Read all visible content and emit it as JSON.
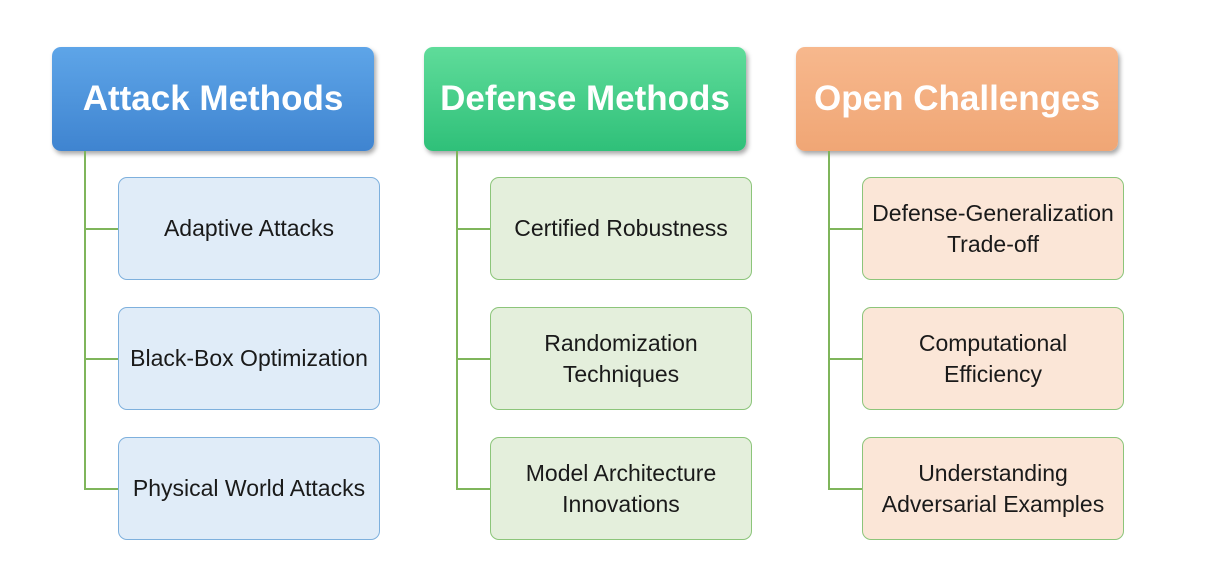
{
  "columns": [
    {
      "title": "Attack Methods",
      "items": [
        "Adaptive Attacks",
        "Black-Box Optimization",
        "Physical World Attacks"
      ]
    },
    {
      "title": "Defense Methods",
      "items": [
        "Certified Robustness",
        "Randomization Techniques",
        "Model Architecture Innovations"
      ]
    },
    {
      "title": "Open Challenges",
      "items": [
        "Defense-Generalization Trade-off",
        "Computational Efficiency",
        "Understanding Adversarial Examples"
      ]
    }
  ],
  "colors": {
    "attack_header": "#4a90d9",
    "defense_header": "#3cc886",
    "challenges_header": "#f3ae80",
    "connector": "#7fb55b"
  }
}
